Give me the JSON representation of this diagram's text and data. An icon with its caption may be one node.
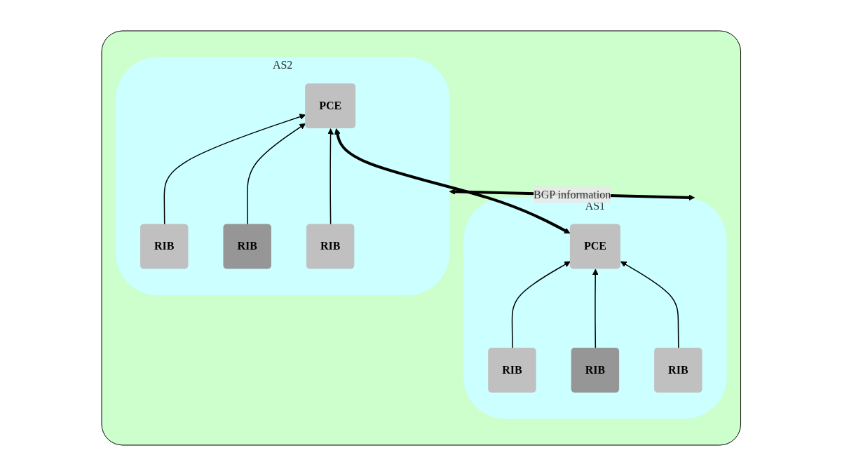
{
  "diagram": {
    "nodes": [
      {
        "text": [],
        "shape": "box"
      },
      {
        "text": [
          "AS1"
        ],
        "in": 0
      },
      {
        "text": [
          "PCE"
        ],
        "in": 1
      },
      {
        "text": [
          "RIB"
        ],
        "in": 1
      },
      {
        "text": [
          "RIB"
        ],
        "in": 1
      },
      {
        "text": [
          "RIB"
        ],
        "in": 1
      },
      {
        "text": [
          "AS2"
        ],
        "in": 0
      },
      {
        "text": [
          "PCE"
        ],
        "in": 6
      },
      {
        "text": [
          "RIB"
        ],
        "in": 6
      },
      {
        "text": [
          "RIB"
        ],
        "in": 6
      },
      {
        "text": [
          "RIB"
        ],
        "in": 6
      }
    ],
    "edges": [
      {
        "from": 2,
        "to": 7,
        "arrow": "both",
        "style": "thick"
      },
      {
        "from": 1,
        "to": 6,
        "arrow": "both",
        "style": "thick",
        "label": "BGP information"
      },
      {
        "from": 3,
        "to": 2,
        "arrow": "to"
      },
      {
        "from": 4,
        "to": 2,
        "arrow": "to"
      },
      {
        "from": 5,
        "to": 2,
        "arrow": "to"
      },
      {
        "from": 8,
        "to": 7,
        "arrow": "to"
      },
      {
        "from": 9,
        "to": 7,
        "arrow": "to"
      },
      {
        "from": 10,
        "to": 7,
        "arrow": "to"
      }
    ]
  }
}
